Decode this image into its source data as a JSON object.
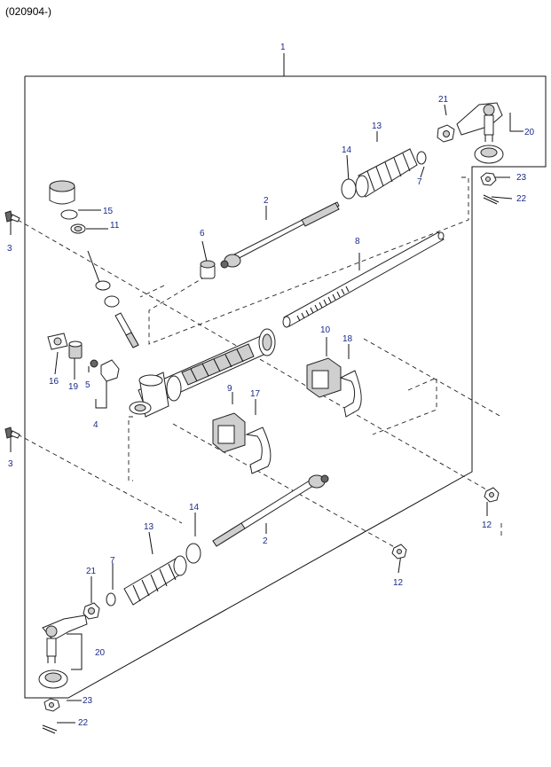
{
  "header": {
    "code": "(020904-)"
  },
  "callouts": {
    "c1": "1",
    "c2_upper": "2",
    "c2_lower": "2",
    "c3_upper": "3",
    "c3_lower": "3",
    "c4": "4",
    "c5": "5",
    "c6": "6",
    "c7_upper": "7",
    "c7_lower": "7",
    "c8": "8",
    "c9": "9",
    "c10": "10",
    "c11": "11",
    "c12_right": "12",
    "c12_mid": "12",
    "c13_upper": "13",
    "c13_lower": "13",
    "c14_upper": "14",
    "c14_lower": "14",
    "c15": "15",
    "c16": "16",
    "c17": "17",
    "c18": "18",
    "c19": "19",
    "c20_upper": "20",
    "c20_lower": "20",
    "c21_upper": "21",
    "c21_lower": "21",
    "c22_upper": "22",
    "c22_lower": "22",
    "c23_upper": "23",
    "c23_lower": "23"
  }
}
